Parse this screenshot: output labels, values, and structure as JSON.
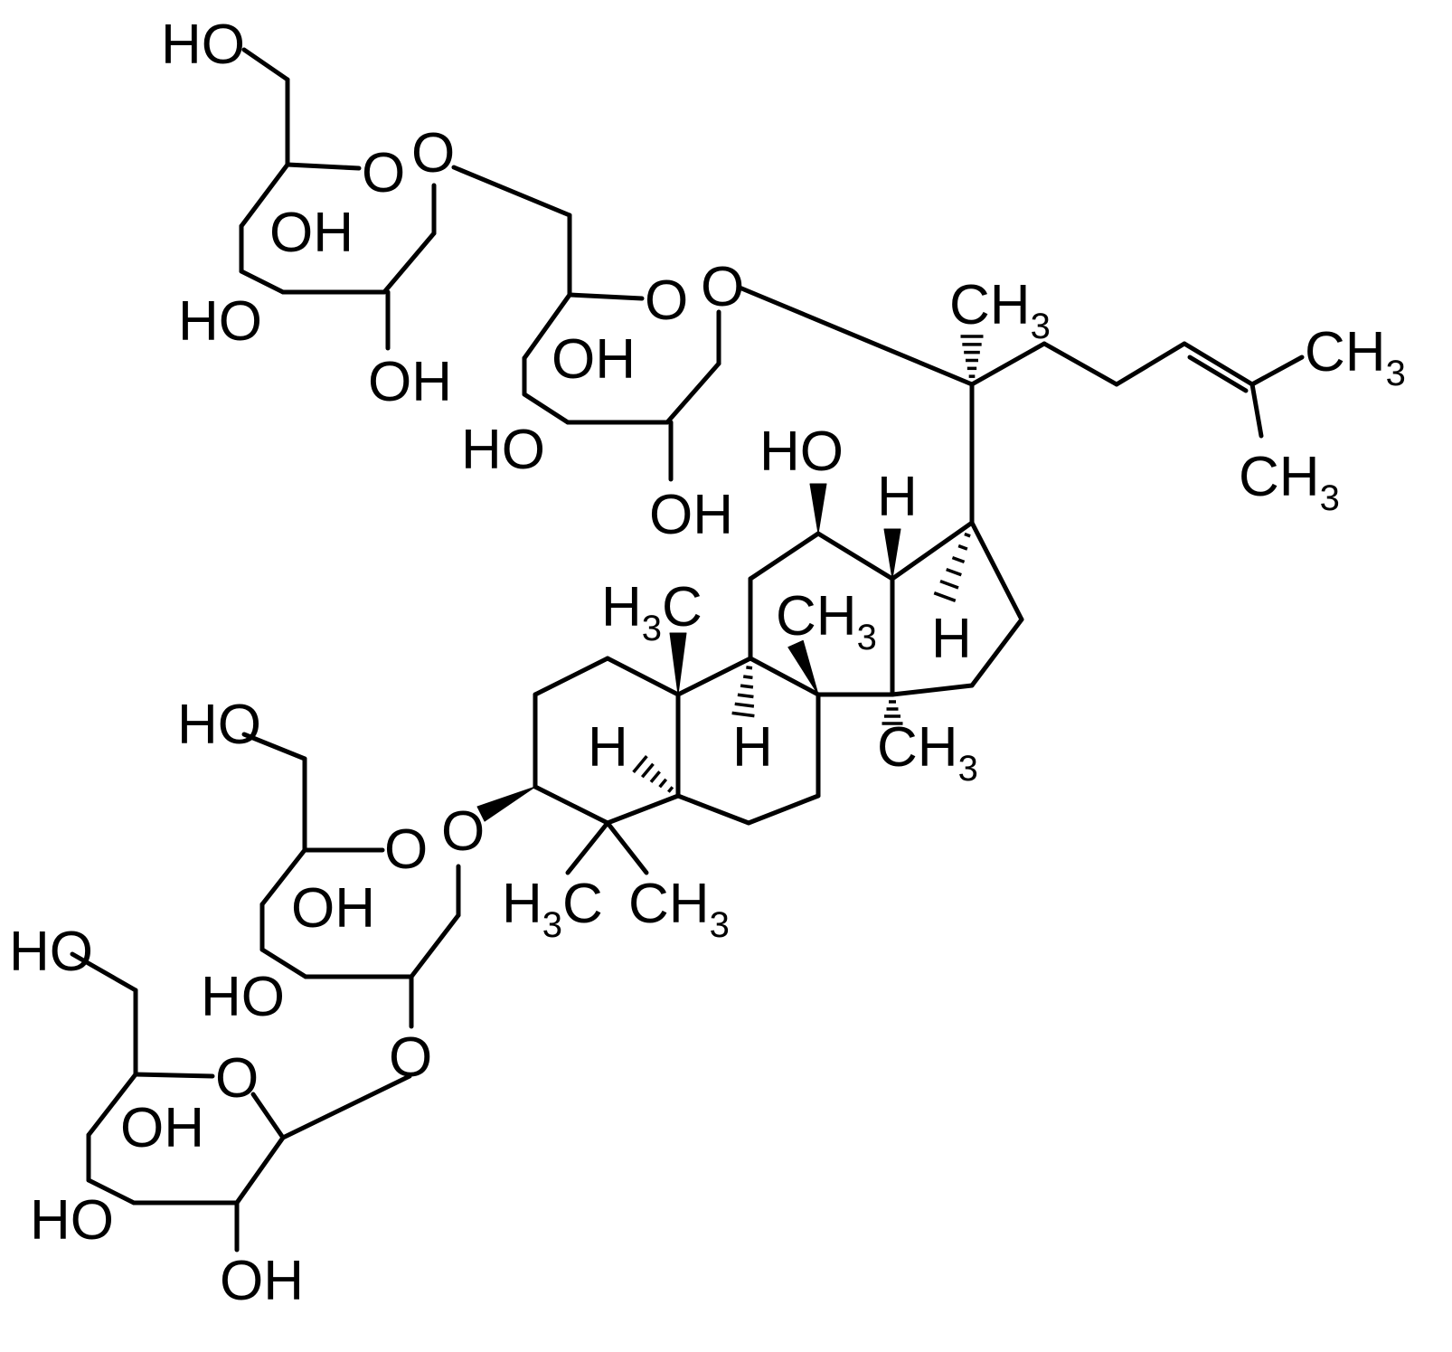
{
  "labels": {
    "l1": {
      "text": "HO"
    },
    "l2": {
      "text": "O"
    },
    "l3": {
      "text": "O"
    },
    "l4": {
      "text": "OH"
    },
    "l5": {
      "text": "HO"
    },
    "l6": {
      "text": "OH"
    },
    "l7": {
      "text": "O"
    },
    "l8": {
      "text": "O"
    },
    "l9": {
      "text": "OH"
    },
    "l10": {
      "text": "HO"
    },
    "l11": {
      "text": "OH"
    },
    "l12": {
      "text": "CH",
      "sub": "3"
    },
    "l13": {
      "text": "CH",
      "sub": "3"
    },
    "l14": {
      "text": "CH",
      "sub": "3"
    },
    "l15": {
      "text": "HO"
    },
    "l16": {
      "text": "H"
    },
    "l17": {
      "text": "H",
      "sub": "3",
      "suffix": "C"
    },
    "l18": {
      "text": "CH",
      "sub": "3"
    },
    "l19": {
      "text": "H"
    },
    "l20": {
      "text": "HO"
    },
    "l21": {
      "text": "H"
    },
    "l22": {
      "text": "H"
    },
    "l23": {
      "text": "CH",
      "sub": "3"
    },
    "l24": {
      "text": "O"
    },
    "l25": {
      "text": "O"
    },
    "l26": {
      "text": "H",
      "sub": "3",
      "suffix": "C"
    },
    "l27": {
      "text": "CH",
      "sub": "3"
    },
    "l28": {
      "text": "HO"
    },
    "l29": {
      "text": "OH"
    },
    "l30": {
      "text": "HO"
    },
    "l31": {
      "text": "O"
    },
    "l32": {
      "text": "O"
    },
    "l33": {
      "text": "OH"
    },
    "l34": {
      "text": "HO"
    },
    "l35": {
      "text": "OH"
    }
  }
}
